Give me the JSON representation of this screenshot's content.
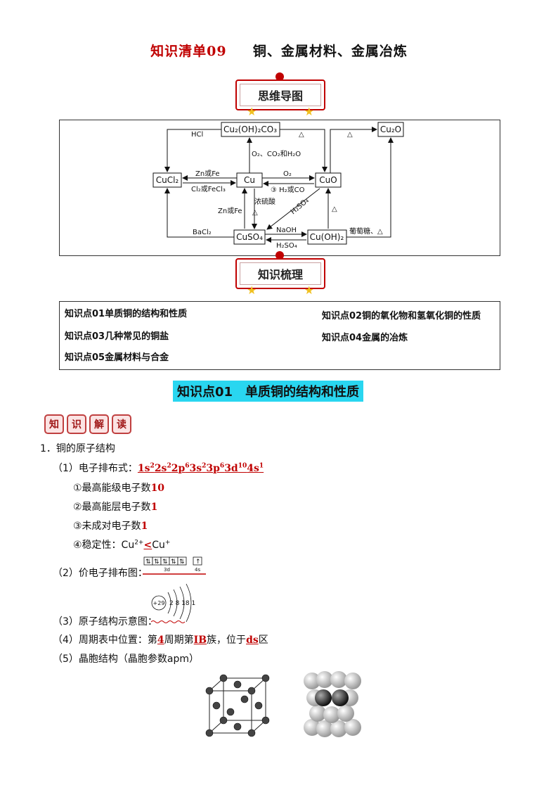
{
  "title": {
    "prefix": "知识清单09",
    "main": "铜、金属材料、金属冶炼"
  },
  "badges": {
    "mindmap": "思维导图",
    "review": "知识梳理"
  },
  "diagram": {
    "nodes": {
      "cu2oh2co3": "Cu₂(OH)₂CO₃",
      "cu2o": "Cu₂O",
      "cucl2": "CuCl₂",
      "cu": "Cu",
      "cuo": "CuO",
      "cuso4": "CuSO₄",
      "cuoh2": "Cu(OH)₂"
    },
    "labels": {
      "hcl": "HCl",
      "delta": "△",
      "o2_co2_h2o": "O₂、CO₂和H₂O",
      "zn_fe": "Zn或Fe",
      "cl2_fecl3": "Cl₂或FeCl₃",
      "o2": "O₂",
      "h2_co": "③ H₂或CO",
      "conc_h2so4": "浓硫酸",
      "h2so4_diag": "H₂SO₄",
      "bacl2": "BaCl₂",
      "naoh": "NaOH",
      "h2so4": "H₂SO₄",
      "glucose": "葡萄糖、△"
    }
  },
  "toc": [
    "知识点01单质铜的结构和性质",
    "知识点02铜的氧化物和氢氧化铜的性质",
    "知识点03几种常见的铜盐",
    "知识点04金属的冶炼",
    "知识点05金属材料与合金"
  ],
  "section": {
    "heading": "知识点01　单质铜的结构和性质"
  },
  "tags": [
    "知",
    "识",
    "解",
    "读"
  ],
  "content": {
    "item1": "1．铜的原子结构",
    "p1_label": "（1）电子排布式：",
    "p1_1": "①最高能级电子数",
    "p1_1_ans": "10",
    "p1_2": "②最高能层电子数",
    "p1_2_ans": "1",
    "p1_3": "③未成对电子数",
    "p1_3_ans": "1",
    "p1_4": "④稳定性：Cu",
    "p1_4_lt": "<",
    "p1_4_cu": "Cu",
    "p2": "（2）价电子排布图：",
    "orb_3d": "3d",
    "orb_4s": "4s",
    "p3": "（3）原子结构示意图：",
    "atom_nucleus": "+29",
    "atom_shells": "2 8 18 1",
    "p4_a": "（4）周期表中位置：第",
    "p4_period": "4",
    "p4_b": "周期第",
    "p4_group": "IB",
    "p4_c": "族，位于",
    "p4_block": "ds",
    "p4_d": "区",
    "p5": "（5）晶胞结构（晶胞参数apm）"
  }
}
